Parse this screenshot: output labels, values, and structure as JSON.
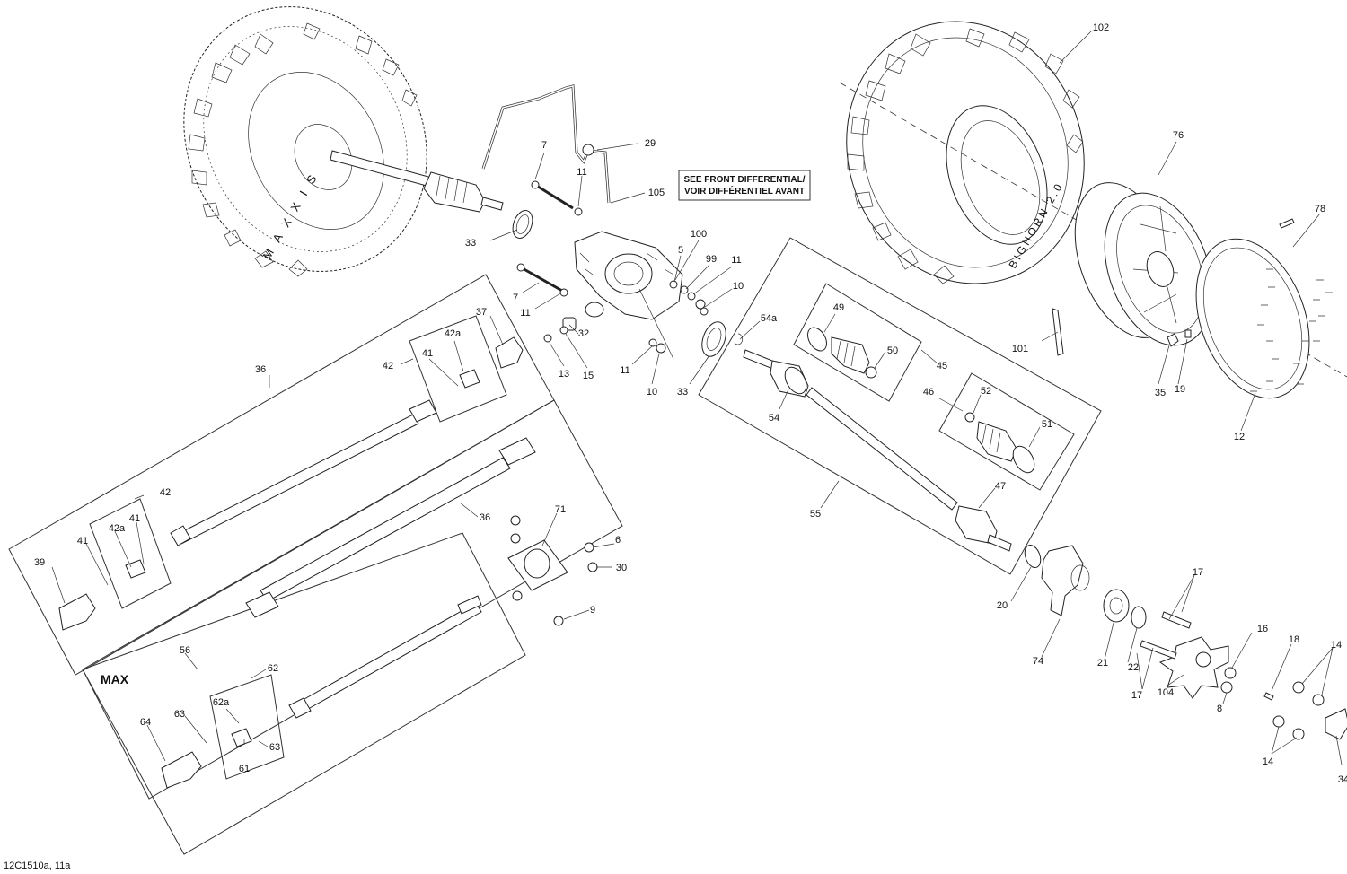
{
  "note": {
    "line1": "SEE FRONT DIFFERENTIAL/",
    "line2": "VOIR DIFFÉRENTIEL AVANT"
  },
  "max_label": "MAX",
  "footer_code": "12C1510a, 11a",
  "tire_left_text": "M A X X I S",
  "tire_right_text": "BIGHORN 2.0",
  "callouts": {
    "c102": "102",
    "c76": "76",
    "c78": "78",
    "c101": "101",
    "c35": "35",
    "c19": "19",
    "c12": "12",
    "c29": "29",
    "c105": "105",
    "c7a": "7",
    "c11a": "11",
    "c33a": "33",
    "c100": "100",
    "c5": "5",
    "c99": "99",
    "c11b": "11",
    "c10a": "10",
    "c7b": "7",
    "c11c": "11",
    "c32": "32",
    "c13": "13",
    "c15": "15",
    "c11d": "11",
    "c10b": "10",
    "c54a": "54a",
    "c33b": "33",
    "c54": "54",
    "c49": "49",
    "c50": "50",
    "c45": "45",
    "c46": "46",
    "c52": "52",
    "c51": "51",
    "c47": "47",
    "c55": "55",
    "c37": "37",
    "c42a_top": "42a",
    "c41_top": "41",
    "c42_top": "42",
    "c36_top": "36",
    "c42_mid": "42",
    "c41_mid": "41",
    "c42a_mid": "42a",
    "c41_left": "41",
    "c39": "39",
    "c36_mid": "36",
    "c71": "71",
    "c6": "6",
    "c30": "30",
    "c9": "9",
    "c56": "56",
    "c62": "62",
    "c62a": "62a",
    "c63a": "63",
    "c63b": "63",
    "c64": "64",
    "c61": "61",
    "c17a": "17",
    "c17b": "17",
    "c20": "20",
    "c74": "74",
    "c21": "21",
    "c22": "22",
    "c16": "16",
    "c104": "104",
    "c8": "8",
    "c18": "18",
    "c14a": "14",
    "c14b": "14",
    "c34": "34"
  }
}
